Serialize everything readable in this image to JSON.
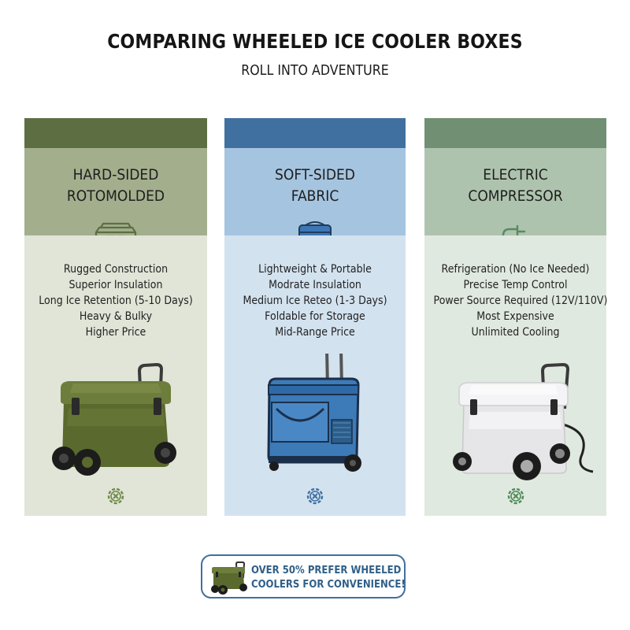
{
  "header": {
    "title": "COMPARING WHEELED ICE COOLER BOXES",
    "subtitle": "ROLL INTO ADVENTURE"
  },
  "cards": [
    {
      "title_line1": "HARD-SIDED",
      "title_line2": "ROTOMOLDED",
      "icon": "hard-cooler-icon",
      "features": [
        "Rugged Construction",
        "Superior Insulation",
        "Long Ice Retention (5-10 Days)",
        "Heavy & Bulky",
        "Higher Price"
      ],
      "footer_icon": "gear-x-icon",
      "colors": {
        "band": "#5d6f42",
        "top": "#a3ae8d",
        "bottom": "#e0e5d7"
      }
    },
    {
      "title_line1": "SOFT-SIDED",
      "title_line2": "FABRIC",
      "icon": "soft-cooler-icon",
      "features": [
        "Lightweight & Portable",
        "Modrate Insulation",
        "Medium Ice Reteo (1-3 Days)",
        "Foldable for Storage",
        "Mid-Range Price"
      ],
      "footer_icon": "gear-x-icon",
      "colors": {
        "band": "#40709f",
        "top": "#a5c4df",
        "bottom": "#d3e2ef"
      }
    },
    {
      "title_line1": "ELECTRIC",
      "title_line2": "COMPRESSOR",
      "icon": "plug-icon",
      "features": [
        "Refrigeration (No Ice Needed)",
        "Precise Temp Control",
        "Power Source Required (12V/110V)",
        "Most Expensive",
        "Unlimited Cooling"
      ],
      "footer_icon": "gear-x-icon",
      "colors": {
        "band": "#718f72",
        "top": "#aec3ae",
        "bottom": "#e0e9df"
      }
    }
  ],
  "stat": {
    "line1": "OVER 50% PREFER WHEELED",
    "line2": "COOLERS FOR CONVENIENCE!",
    "icon": "wheeled-cooler-icon"
  }
}
